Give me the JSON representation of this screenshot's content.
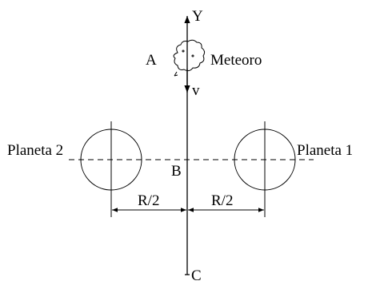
{
  "labels": {
    "y_axis": "Y",
    "point_a": "A",
    "meteor": "Meteoro",
    "velocity": "v",
    "planet_2": "Planeta 2",
    "planet_1": "Planeta 1",
    "point_b": "B",
    "distance_left": "R/2",
    "distance_right": "R/2",
    "point_c": "C"
  },
  "colors": {
    "ink": "#000000",
    "background": "#ffffff"
  }
}
